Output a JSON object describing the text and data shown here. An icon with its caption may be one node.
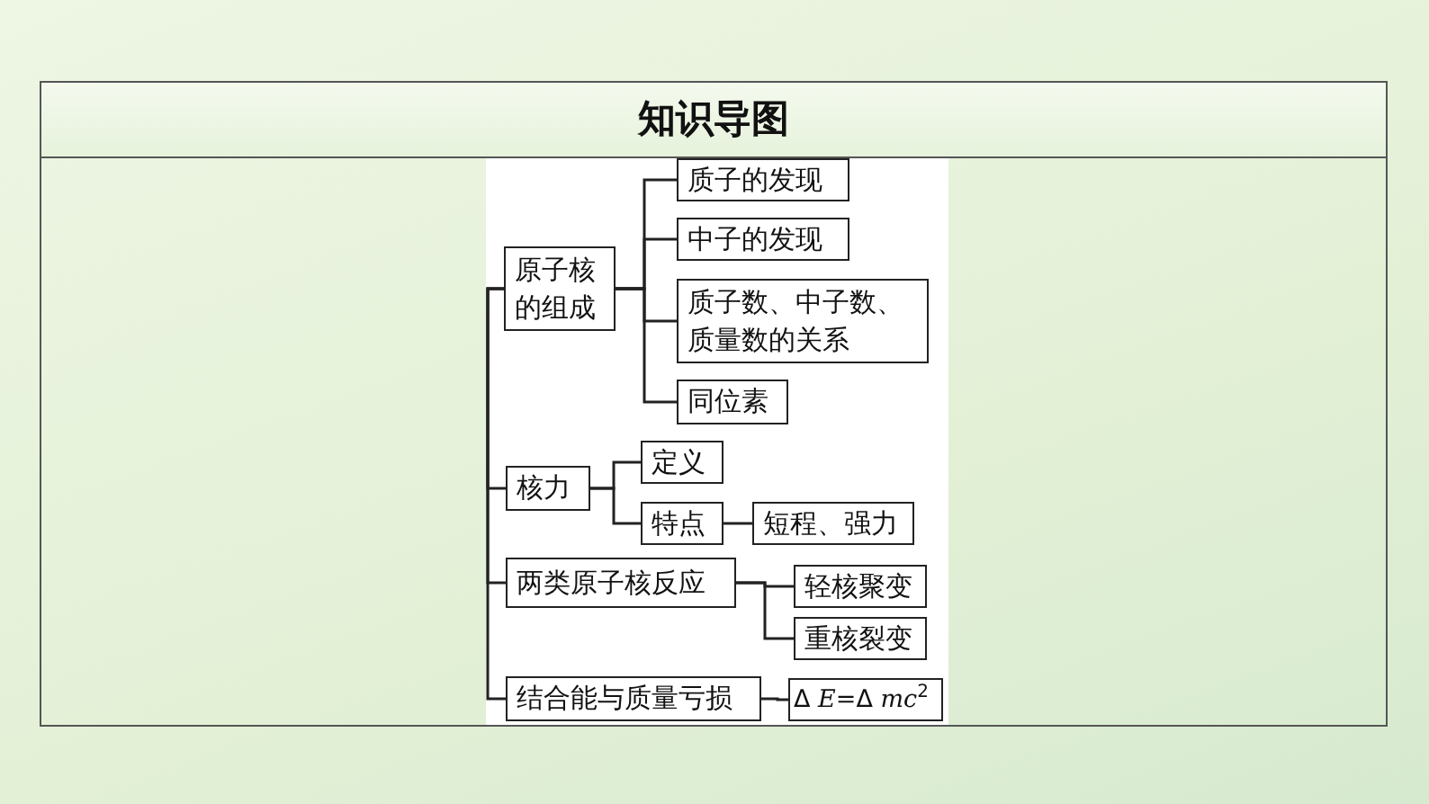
{
  "diagram": {
    "title": "知识导图",
    "nodes": [
      {
        "text": [
          "原子核的组成"
        ]
      },
      {
        "text": [
          "质子的发现"
        ]
      },
      {
        "text": [
          "中子的发现"
        ]
      },
      {
        "text": [
          "质子数、中子数、质量数的关系"
        ]
      },
      {
        "text": [
          "同位素"
        ]
      },
      {
        "text": [
          "核力"
        ]
      },
      {
        "text": [
          "定义"
        ]
      },
      {
        "text": [
          "特点"
        ]
      },
      {
        "text": [
          "短程、强力"
        ]
      },
      {
        "text": [
          "两类原子核反应"
        ]
      },
      {
        "text": [
          "轻核聚变"
        ]
      },
      {
        "text": [
          "重核裂变"
        ]
      },
      {
        "text": [
          "结合能与质量亏损"
        ]
      },
      {
        "text": [
          "Δ *E*=Δ *mc*$^{2}$"
        ]
      }
    ],
    "edges": [
      {
        "from": 0,
        "to": 1,
        "arrow": "none"
      },
      {
        "from": 0,
        "to": 2,
        "arrow": "none"
      },
      {
        "from": 0,
        "to": 3,
        "arrow": "none"
      },
      {
        "from": 0,
        "to": 4,
        "arrow": "none"
      },
      {
        "from": 0,
        "to": 5,
        "arrow": "none"
      },
      {
        "from": 5,
        "to": 6,
        "arrow": "none"
      },
      {
        "from": 5,
        "to": 7,
        "arrow": "none"
      },
      {
        "from": 7,
        "to": 8,
        "arrow": "none"
      },
      {
        "from": 0,
        "to": 9,
        "arrow": "none"
      },
      {
        "from": 9,
        "to": 10,
        "arrow": "none"
      },
      {
        "from": 9,
        "to": 11,
        "arrow": "none"
      },
      {
        "from": 0,
        "to": 12,
        "arrow": "none"
      },
      {
        "from": 12,
        "to": 13,
        "arrow": "none"
      }
    ]
  }
}
